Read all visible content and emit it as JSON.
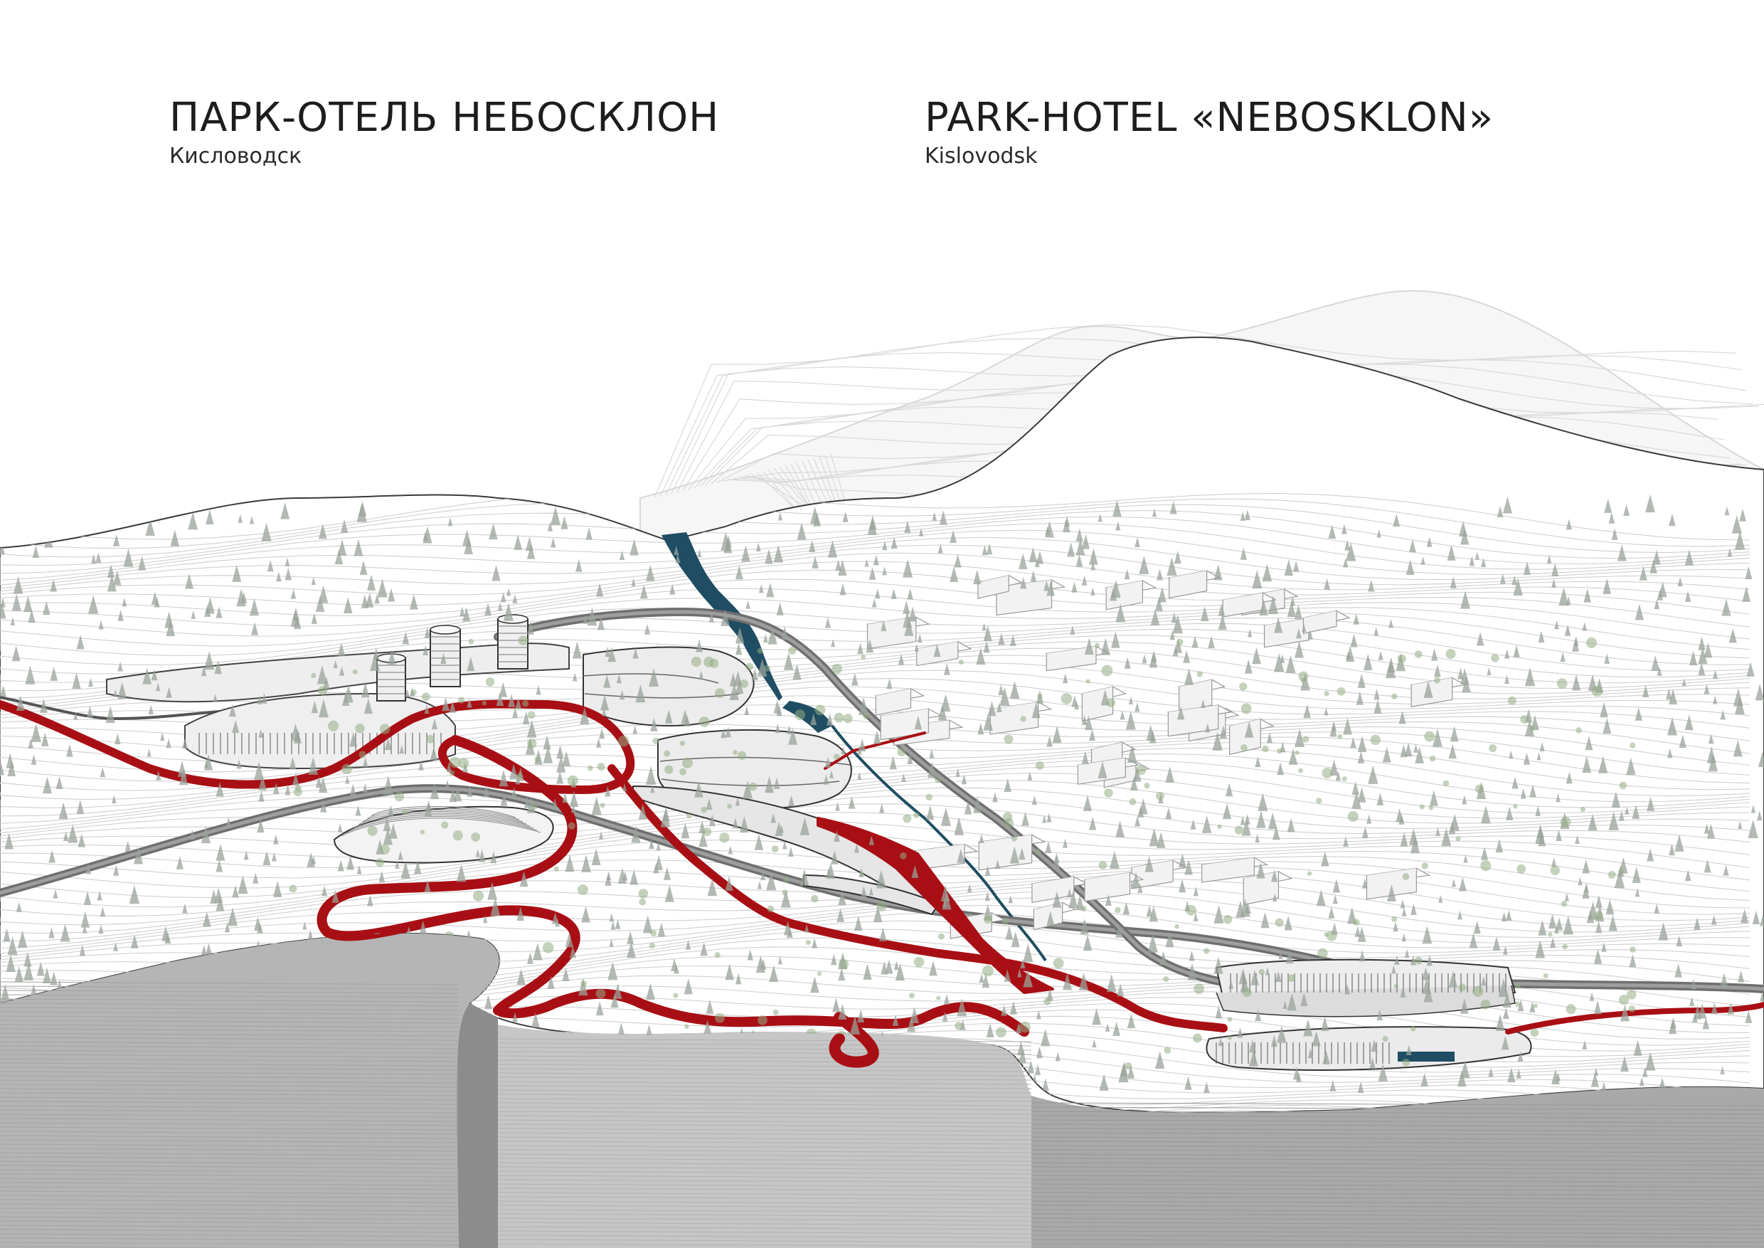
{
  "title_ru": {
    "name": "ПАРК-ОТЕЛЬ НЕБОСКЛОН",
    "city": "Кисловодск"
  },
  "title_en": {
    "name": "PARK-HOTEL «NEBOSKLON»",
    "city": "Kislovodsk"
  },
  "colors": {
    "route": "#a80f14",
    "water": "#1f4d63",
    "road": "#6f6f6f",
    "contour": "#c9c9c9",
    "tree": "#9aa39a",
    "shrub": "#93ad84",
    "cliff": "#9a9a9a"
  }
}
